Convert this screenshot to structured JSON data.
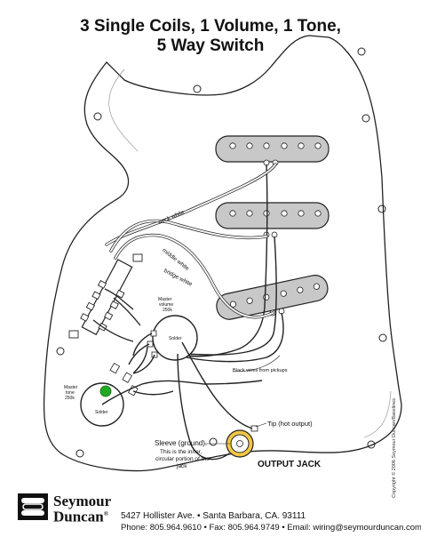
{
  "title": {
    "line1": "3 Single Coils, 1 Volume, 1 Tone,",
    "line2": "5 Way Switch"
  },
  "wire_labels": {
    "neck": "neck white",
    "middle": "middle white",
    "bridge": "bridge white",
    "black": "Black wires from pickups"
  },
  "pots": {
    "volume_label_1": "Master",
    "volume_label_2": "volume",
    "volume_label_3": "250k",
    "tone_label_1": "Master",
    "tone_label_2": "tone",
    "tone_label_3": "250k",
    "solder": "Solder"
  },
  "jack": {
    "tip": "Tip (hot output)",
    "sleeve_1": "Sleeve (ground).",
    "sleeve_2": "This is the inner,",
    "sleeve_3": "circular portion of the",
    "sleeve_4": "jack",
    "output": "OUTPUT JACK"
  },
  "brand": {
    "line1": "Seymour",
    "line2": "Duncan",
    "reg": "®"
  },
  "footer": {
    "address": "5427 Hollister Ave. • Santa Barbara, CA. 93111",
    "phone": "Phone: 805.964.9610 • Fax: 805.964.9749 • Email: wiring@seymourduncan.com"
  },
  "copyright": "Copyright © 2006 Seymour Duncan/Basslines",
  "colors": {
    "pickup": "#c8c8c8",
    "capacitor": "#22aa22",
    "jack_ring": "#e0a800",
    "wire": "#222222",
    "white_wire": "#f4f4f4"
  }
}
